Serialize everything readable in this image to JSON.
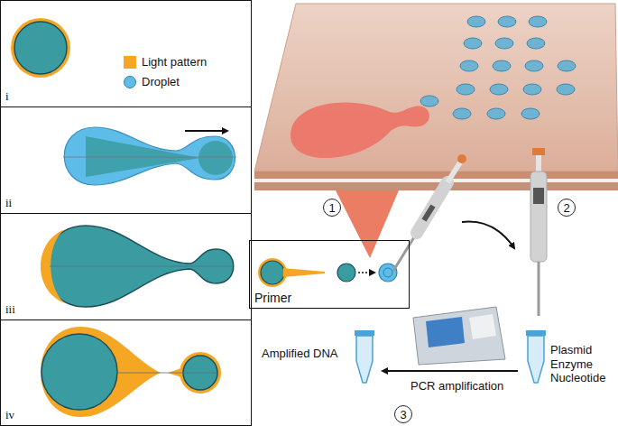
{
  "diagram": {
    "nodes": [
      {
        "text": [
          "i"
        ]
      },
      {
        "text": [
          "ii"
        ]
      },
      {
        "text": [
          "iii"
        ]
      },
      {
        "text": [
          "iv"
        ]
      },
      {
        "text": [
          "1"
        ]
      },
      {
        "text": [
          "Primer"
        ]
      },
      {
        "text": [
          "2"
        ]
      },
      {
        "text": [
          "3"
        ]
      }
    ],
    "labels": [
      "Amplified DNA",
      "Plasmid Enzyme Nucleotide",
      "PCR amplification"
    ],
    "legend": [
      {
        "text": "Light pattern",
        "color": "#f5a623"
      },
      {
        "text": "Droplet",
        "color": "#5ebde8"
      }
    ]
  }
}
